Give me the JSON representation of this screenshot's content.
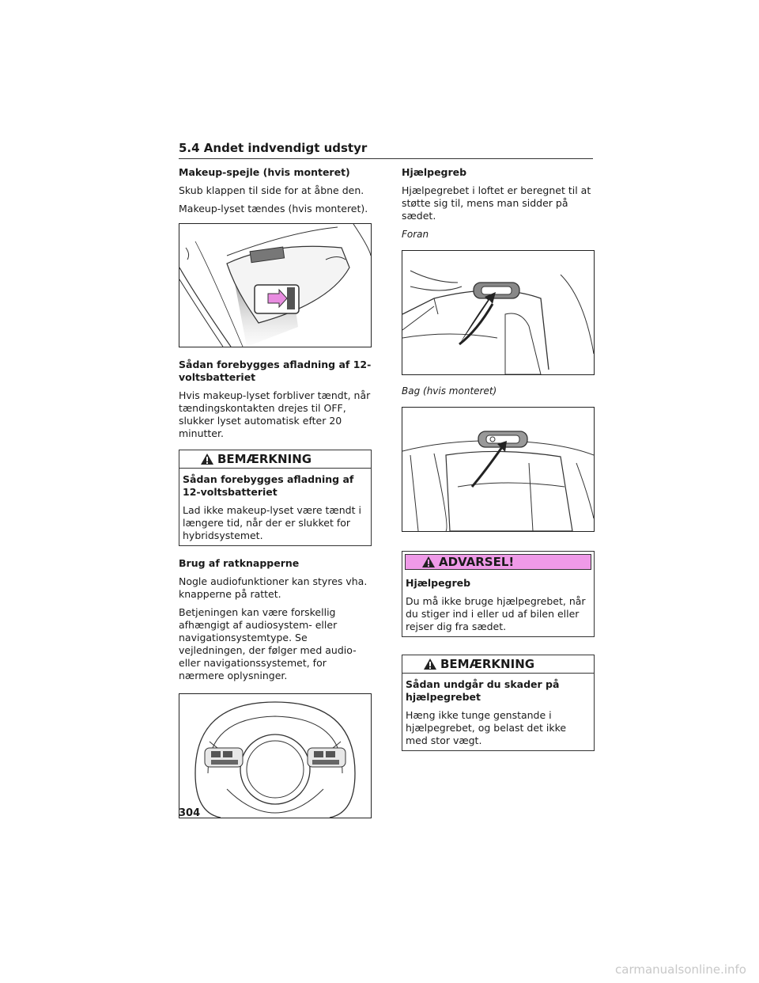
{
  "header": {
    "section": "5.4 Andet indvendigt udstyr"
  },
  "left": {
    "mirror_heading": "Makeup-spejle (hvis monteret)",
    "mirror_p1": "Skub klappen til side for at åbne den.",
    "mirror_p2": "Makeup-lyset tændes (hvis monteret).",
    "battery_heading": "Sådan forebygges afladning af 12-voltsbatteriet",
    "battery_p": "Hvis makeup-lyset forbliver tændt, når tændingskontakten drejes til OFF, slukker lyset automatisk efter 20 minutter.",
    "notice1": {
      "title": "BEMÆRKNING",
      "heading": "Sådan forebygges afladning af 12-voltsbatteriet",
      "text": "Lad ikke makeup-lyset være tændt i længere tid, når der er slukket for hybridsystemet."
    },
    "steering_heading": "Brug af ratknapperne",
    "steering_p1": "Nogle audiofunktioner kan styres vha. knapperne på rattet.",
    "steering_p2": "Betjeningen kan være forskellig afhængigt af audiosystem- eller navigationsystemtype. Se vejledningen, der følger med audio- eller navigationssystemet, for nærmere oplysninger."
  },
  "right": {
    "grip_heading": "Hjælpegreb",
    "grip_p": "Hjælpegrebet i loftet er beregnet til at støtte sig til, mens man sidder på sædet.",
    "caption_front": "Foran",
    "caption_rear": "Bag (hvis monteret)",
    "warning": {
      "title": "ADVARSEL!",
      "heading": "Hjælpegreb",
      "text": "Du må ikke bruge hjælpegrebet, når du stiger ind i eller ud af bilen eller rejser dig fra sædet."
    },
    "notice2": {
      "title": "BEMÆRKNING",
      "heading": "Sådan undgår du skader på hjælpegrebet",
      "text": "Hæng ikke tunge genstande i hjælpegrebet, og belast det ikke med stor vægt."
    }
  },
  "page_number": "304",
  "watermark": "carmanualsonline.info",
  "colors": {
    "warning_bg": "#ef9ae8",
    "arrow_highlight": "#e88ce0"
  }
}
